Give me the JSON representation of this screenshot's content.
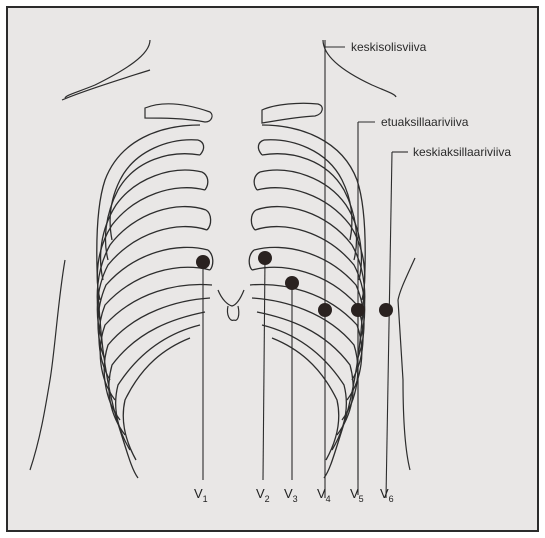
{
  "reference_lines": {
    "midclavicular": "keskisolisviiva",
    "anterior_axillary": "etuaksillaariviiva",
    "mid_axillary": "keskiaksillaariviiva"
  },
  "electrodes": [
    {
      "id": "V1",
      "base": "V",
      "sub": "1"
    },
    {
      "id": "V2",
      "base": "V",
      "sub": "2"
    },
    {
      "id": "V3",
      "base": "V",
      "sub": "3"
    },
    {
      "id": "V4",
      "base": "V",
      "sub": "4"
    },
    {
      "id": "V5",
      "base": "V",
      "sub": "5"
    },
    {
      "id": "V6",
      "base": "V",
      "sub": "6"
    }
  ],
  "colors": {
    "paper": "#e9e7e6",
    "line": "#2d2d2d",
    "electrode": "#2a2220"
  }
}
